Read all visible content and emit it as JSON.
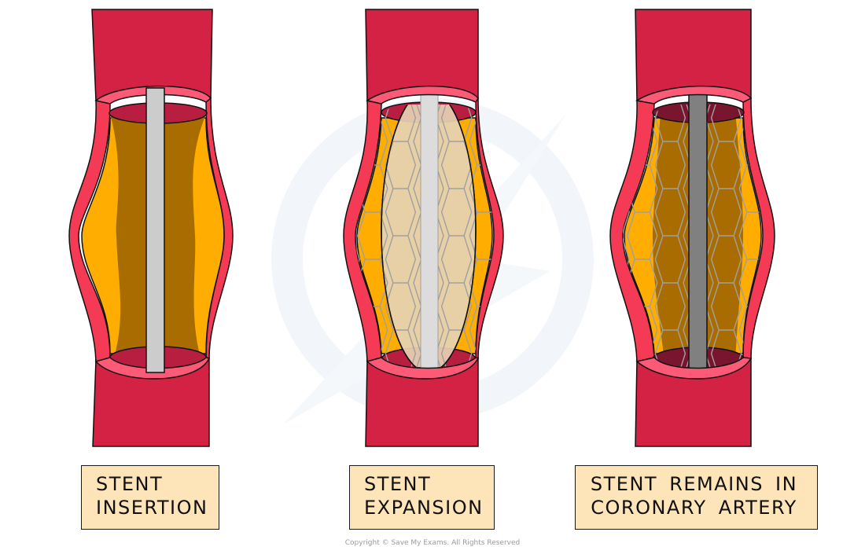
{
  "diagram": {
    "title": "Stent procedure in a coronary artery",
    "stages": [
      {
        "id": "insertion",
        "label_lines": [
          "STENT",
          "INSERTION"
        ]
      },
      {
        "id": "expansion",
        "label_lines": [
          "STENT",
          "EXPANSION"
        ]
      },
      {
        "id": "remains",
        "label_lines": [
          "STENT REMAINS IN",
          "CORONARY ARTERY"
        ]
      }
    ]
  },
  "colors": {
    "artery_outer": "#d42244",
    "artery_wall": "#f53a56",
    "artery_rim": "#fd5a78",
    "lumen_dark": "#b81e40",
    "plaque_light": "#ffad00",
    "plaque_dark": "#a86c00",
    "catheter": "#cccccc",
    "catheter_dark": "#808080",
    "balloon": "#d3bc9a",
    "stent_mesh": "#a0a0a0",
    "label_bg": "#fde4b9",
    "watermark": "#f1f6fa"
  },
  "footer": {
    "copyright": "Copyright © Save My Exams. All Rights Reserved"
  }
}
